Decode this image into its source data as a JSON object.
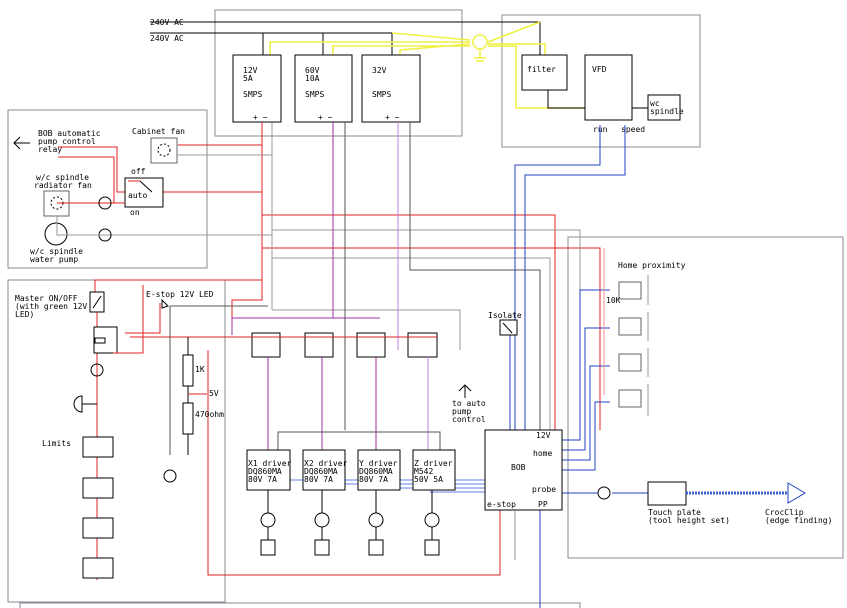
{
  "mains": {
    "line1": "240V AC",
    "line2": "240V AC"
  },
  "psus": [
    {
      "l1": "12V",
      "l2": "5A",
      "l3": "SMPS",
      "terms": "+ −"
    },
    {
      "l1": "60V",
      "l2": "10A",
      "l3": "SMPS",
      "terms": "+ −"
    },
    {
      "l1": "32V",
      "l2": "",
      "l3": "SMPS",
      "terms": "+ −"
    }
  ],
  "spindle": {
    "filter": "filter",
    "vfd": "VFD",
    "spindle_l1": "wc",
    "spindle_l2": "spindle",
    "run": "run",
    "speed": "speed"
  },
  "cooling": {
    "relay_l1": "BOB automatic",
    "relay_l2": "pump control",
    "relay_l3": "relay",
    "cabinet_fan": "Cabinet fan",
    "switch_off": "off",
    "switch_auto": "auto",
    "switch_on": "on",
    "rad_fan_l1": "w/c spindle",
    "rad_fan_l2": "radiator fan",
    "pump_l1": "w/c spindle",
    "pump_l2": "water pump"
  },
  "control": {
    "master_l1": "Master ON/OFF",
    "master_l2": "(with green 12V",
    "master_l3": "LED)",
    "estop_led": "E-stop 12V LED",
    "r1": "1K",
    "v5": "5V",
    "r2": "470ohm",
    "limits": "Limits"
  },
  "drivers": [
    {
      "l1": "X1 driver",
      "l2": "DQ860MA",
      "l3": "80V 7A"
    },
    {
      "l1": "X2 driver",
      "l2": "DQ860MA",
      "l3": "80V 7A"
    },
    {
      "l1": "Y driver",
      "l2": "DQ860MA",
      "l3": "80V 7A"
    },
    {
      "l1": "Z driver",
      "l2": "M542",
      "l3": "50V 5A"
    }
  ],
  "bob": {
    "title": "BOB",
    "v12": "12V",
    "home": "home",
    "probe": "probe",
    "estop": "e-stop",
    "pp": "PP"
  },
  "isolate": "Isolate",
  "pump_ctrl": {
    "l1": "to auto",
    "l2": "pump",
    "l3": "control"
  },
  "probe_area": {
    "home_prox": "Home proximity",
    "r10k": "10K",
    "touch_l1": "Touch plate",
    "touch_l2": "(tool height set)",
    "croc_l1": "CrocClip",
    "croc_l2": "(edge finding)"
  },
  "colors": {
    "12v": "#e02020",
    "ground": "#999999",
    "60v": "#a030a0",
    "32v": "#c080e0",
    "signal": "#2040c0",
    "earth": "#f0f040"
  }
}
